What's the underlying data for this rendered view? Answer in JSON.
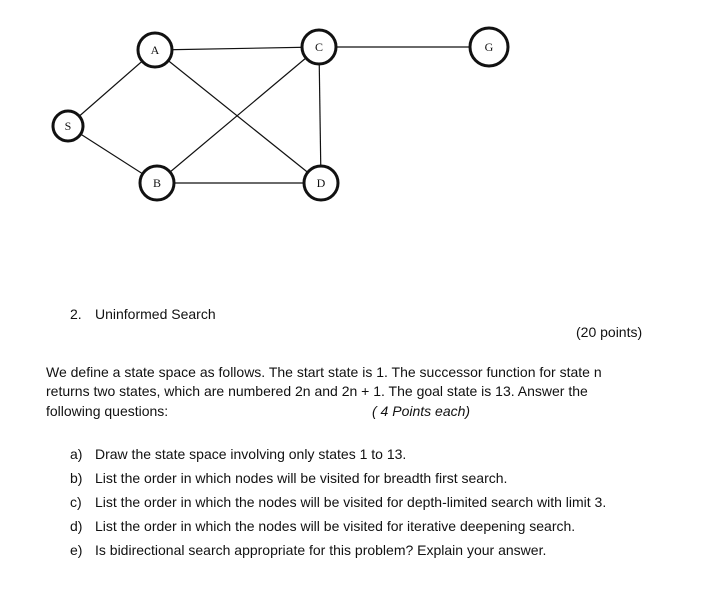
{
  "graph": {
    "nodes": [
      {
        "id": "S",
        "label": "S"
      },
      {
        "id": "A",
        "label": "A"
      },
      {
        "id": "B",
        "label": "B"
      },
      {
        "id": "C",
        "label": "C"
      },
      {
        "id": "D",
        "label": "D"
      },
      {
        "id": "G",
        "label": "G"
      }
    ],
    "edges": [
      [
        "S",
        "A"
      ],
      [
        "S",
        "B"
      ],
      [
        "A",
        "C"
      ],
      [
        "A",
        "D"
      ],
      [
        "B",
        "C"
      ],
      [
        "B",
        "D"
      ],
      [
        "C",
        "D"
      ],
      [
        "C",
        "G"
      ]
    ]
  },
  "section": {
    "number": "2.",
    "title": "Uninformed Search",
    "points": "(20 points)"
  },
  "paragraph": {
    "line1": "We define a state space as follows. The start state is 1. The successor function for state n",
    "line2": "returns two states, which are numbered 2n and 2n + 1. The goal state is 13. Answer the",
    "line3": "following questions:",
    "per_question": "( 4 Points each)"
  },
  "questions": [
    {
      "letter": "a)",
      "text": "Draw the state space involving only states 1 to 13."
    },
    {
      "letter": "b)",
      "text": "List the order in which nodes will be visited for breadth first search."
    },
    {
      "letter": "c)",
      "text": "List the order in which the nodes will be visited for depth-limited search with limit 3."
    },
    {
      "letter": "d)",
      "text": "List the order in which the nodes will be visited for iterative deepening search."
    },
    {
      "letter": "e)",
      "text": "Is bidirectional search appropriate for this problem? Explain your answer."
    }
  ]
}
